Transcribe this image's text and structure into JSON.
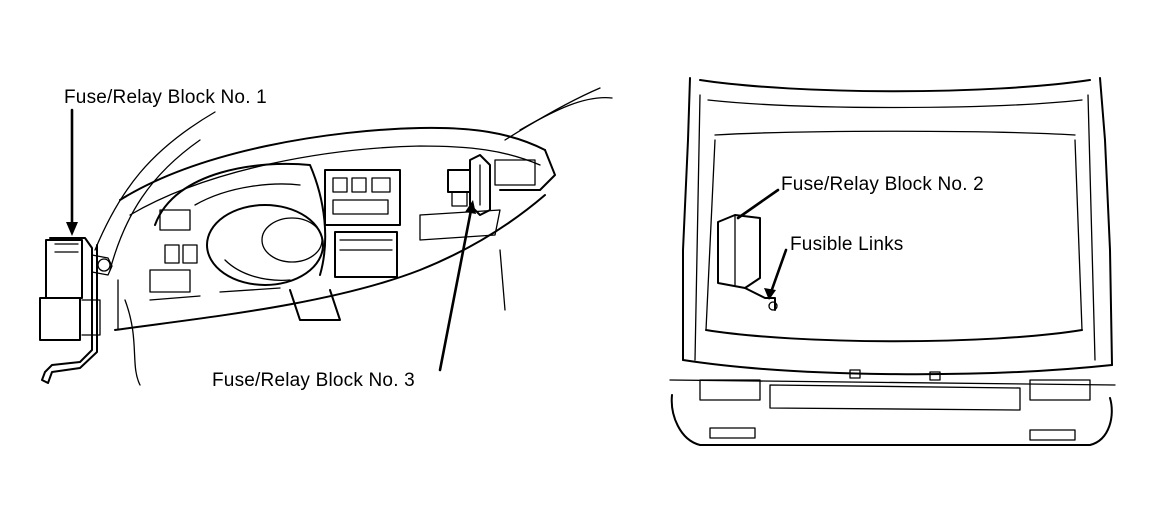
{
  "labels": {
    "block1": "Fuse/Relay Block No. 1",
    "block2": "Fuse/Relay Block No. 2",
    "block3": "Fuse/Relay Block No. 3",
    "fusible_links": "Fusible Links"
  }
}
